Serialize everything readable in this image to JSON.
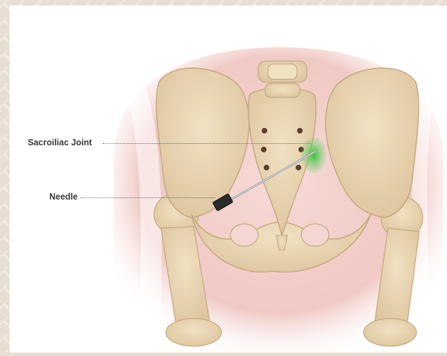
{
  "labels": {
    "sacroiliac_joint": "Sacroiliac Joint",
    "needle": "Needle"
  },
  "colors": {
    "background_pattern": "#e7dfd4",
    "skin": "#f0c9c4",
    "bone": "#e9d5b2",
    "bone_shadow": "#cfb68f",
    "injection_highlight": "#3fbf3f",
    "needle_shaft": "#9aa0a6",
    "needle_hub": "#2b2b2b",
    "label_text": "#3a3a3a"
  },
  "icons": [
    "pelvis-illustration",
    "needle-icon",
    "injection-site-highlight"
  ]
}
